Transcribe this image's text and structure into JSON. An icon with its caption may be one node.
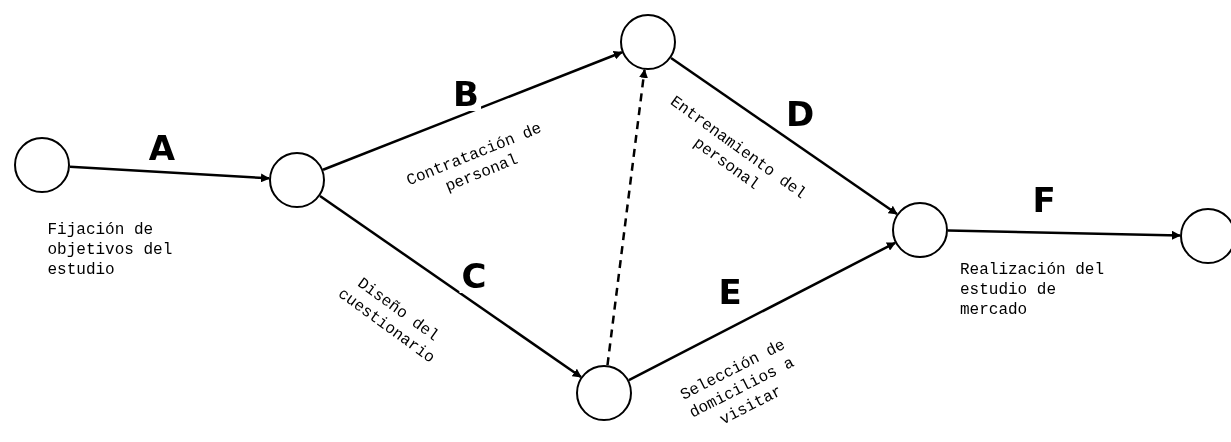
{
  "diagram": {
    "nodes": [
      {
        "text": [],
        "shape": "circle"
      },
      {
        "text": [],
        "shape": "circle"
      },
      {
        "text": [],
        "shape": "circle"
      },
      {
        "text": [],
        "shape": "circle"
      },
      {
        "text": [],
        "shape": "circle"
      },
      {
        "text": [],
        "shape": "circle"
      }
    ],
    "edges": [
      {
        "from": 0,
        "to": 1,
        "arrow": "to",
        "label": "A"
      },
      {
        "from": 1,
        "to": 2,
        "arrow": "to",
        "label": "B"
      },
      {
        "from": 1,
        "to": 3,
        "arrow": "to",
        "label": "C"
      },
      {
        "from": 3,
        "to": 2,
        "arrow": "to",
        "style": "dashed"
      },
      {
        "from": 2,
        "to": 4,
        "arrow": "to",
        "label": "D"
      },
      {
        "from": 3,
        "to": 4,
        "arrow": "to",
        "label": "E"
      },
      {
        "from": 4,
        "to": 5,
        "arrow": "to",
        "label": "F"
      }
    ],
    "labels": [
      "Fijación de objetivos del estudio",
      "Contratación de personal",
      "Diseño del cuestionario",
      "Entrenamiento del personal",
      "Selección de domicilios a visitar",
      "Realización del estudio de mercado"
    ]
  }
}
